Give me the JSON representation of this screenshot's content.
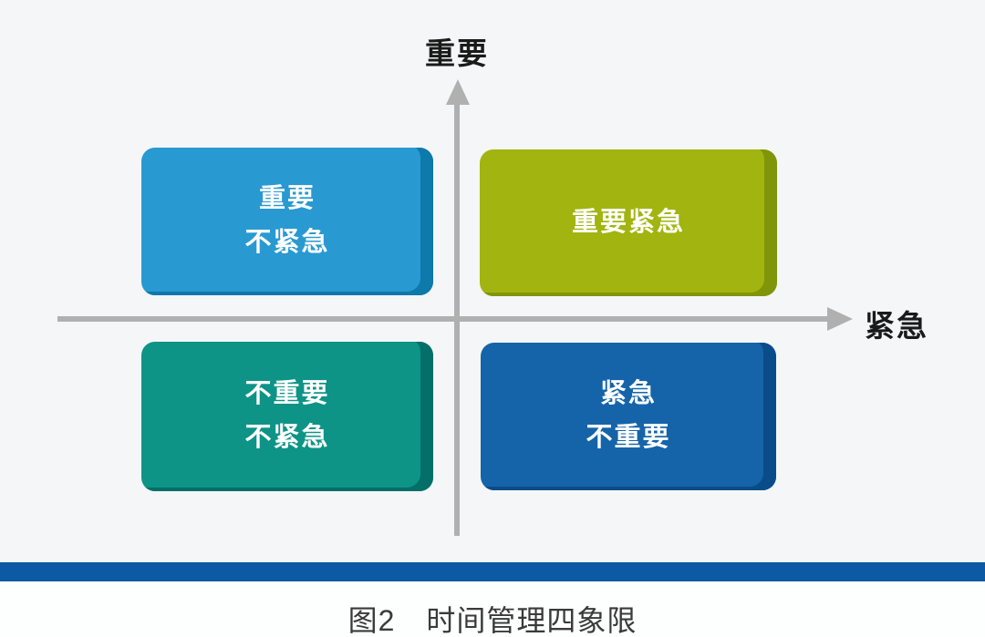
{
  "colors": {
    "background": "#f4f6f7",
    "axis": "#b0b0b0",
    "axis_label_text": "#1a1a1a",
    "box_text": "#ffffff",
    "bottom_bar": "#0c59a4",
    "caption_text": "#3a3a3a"
  },
  "axes": {
    "y_label": "重要",
    "x_label": "紧急"
  },
  "quadrants": [
    {
      "id": "important-not-urgent",
      "position": "top-left",
      "color": "#2999d1",
      "side_color": "#0e79ab",
      "lines": [
        "重要",
        "不紧急"
      ]
    },
    {
      "id": "important-urgent",
      "position": "top-right",
      "color": "#a2b40f",
      "side_color": "#81950b",
      "lines": [
        "重要紧急"
      ]
    },
    {
      "id": "not-important-not-urgent",
      "position": "bottom-left",
      "color": "#0e9387",
      "side_color": "#036f68",
      "lines": [
        "不重要",
        "不紧急"
      ]
    },
    {
      "id": "urgent-not-important",
      "position": "bottom-right",
      "color": "#1564a9",
      "side_color": "#0a4c8a",
      "lines": [
        "紧急",
        "不重要"
      ]
    }
  ],
  "caption": {
    "figure_label": "图2",
    "title": "时间管理四象限"
  }
}
